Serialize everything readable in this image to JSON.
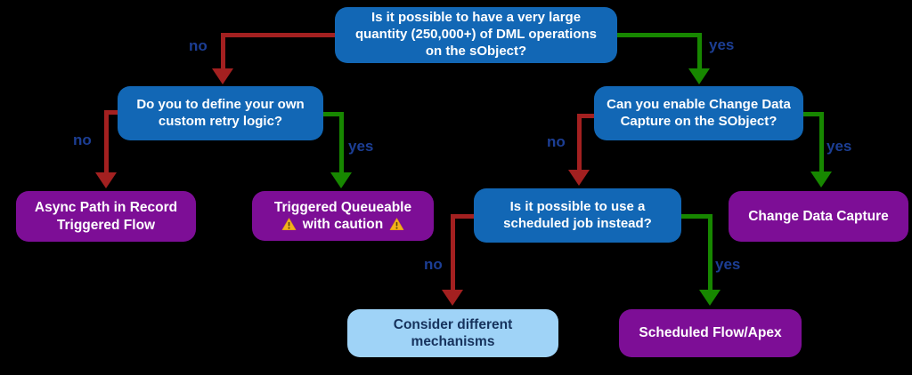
{
  "colors": {
    "question_fill": "#1267b5",
    "result_fill": "#7d0e96",
    "info_fill": "#9fd3f7",
    "info_text": "#16325c",
    "no_arrow": "#a32020",
    "yes_arrow": "#178700",
    "edge_label": "#1c3e94",
    "box_text": "#ffffff",
    "background": "#000000"
  },
  "nodes": {
    "q_dml": {
      "type": "question",
      "text": "Is it possible to have a very large quantity (250,000+) of DML operations on the sObject?"
    },
    "q_retry": {
      "type": "question",
      "text": "Do you to define your own custom retry logic?"
    },
    "q_cdc": {
      "type": "question",
      "text": "Can you enable Change Data Capture on the SObject?"
    },
    "r_async": {
      "type": "result",
      "text": "Async Path in Record Triggered Flow"
    },
    "r_queueable": {
      "type": "result",
      "line1": "Triggered Queueable",
      "line2": "with caution",
      "icon": "warning-triangle"
    },
    "q_scheduled": {
      "type": "question",
      "text": "Is it possible to use a scheduled job instead?"
    },
    "r_cdc": {
      "type": "result",
      "text": "Change Data Capture"
    },
    "r_consider": {
      "type": "info",
      "text": "Consider different mechanisms"
    },
    "r_scheduled": {
      "type": "result",
      "text": "Scheduled Flow/Apex"
    }
  },
  "edges": [
    {
      "from": "q_dml",
      "to": "q_retry",
      "label": "no"
    },
    {
      "from": "q_dml",
      "to": "q_cdc",
      "label": "yes"
    },
    {
      "from": "q_retry",
      "to": "r_async",
      "label": "no"
    },
    {
      "from": "q_retry",
      "to": "r_queueable",
      "label": "yes"
    },
    {
      "from": "q_cdc",
      "to": "q_scheduled",
      "label": "no"
    },
    {
      "from": "q_cdc",
      "to": "r_cdc",
      "label": "yes"
    },
    {
      "from": "q_scheduled",
      "to": "r_consider",
      "label": "no"
    },
    {
      "from": "q_scheduled",
      "to": "r_scheduled",
      "label": "yes"
    }
  ]
}
